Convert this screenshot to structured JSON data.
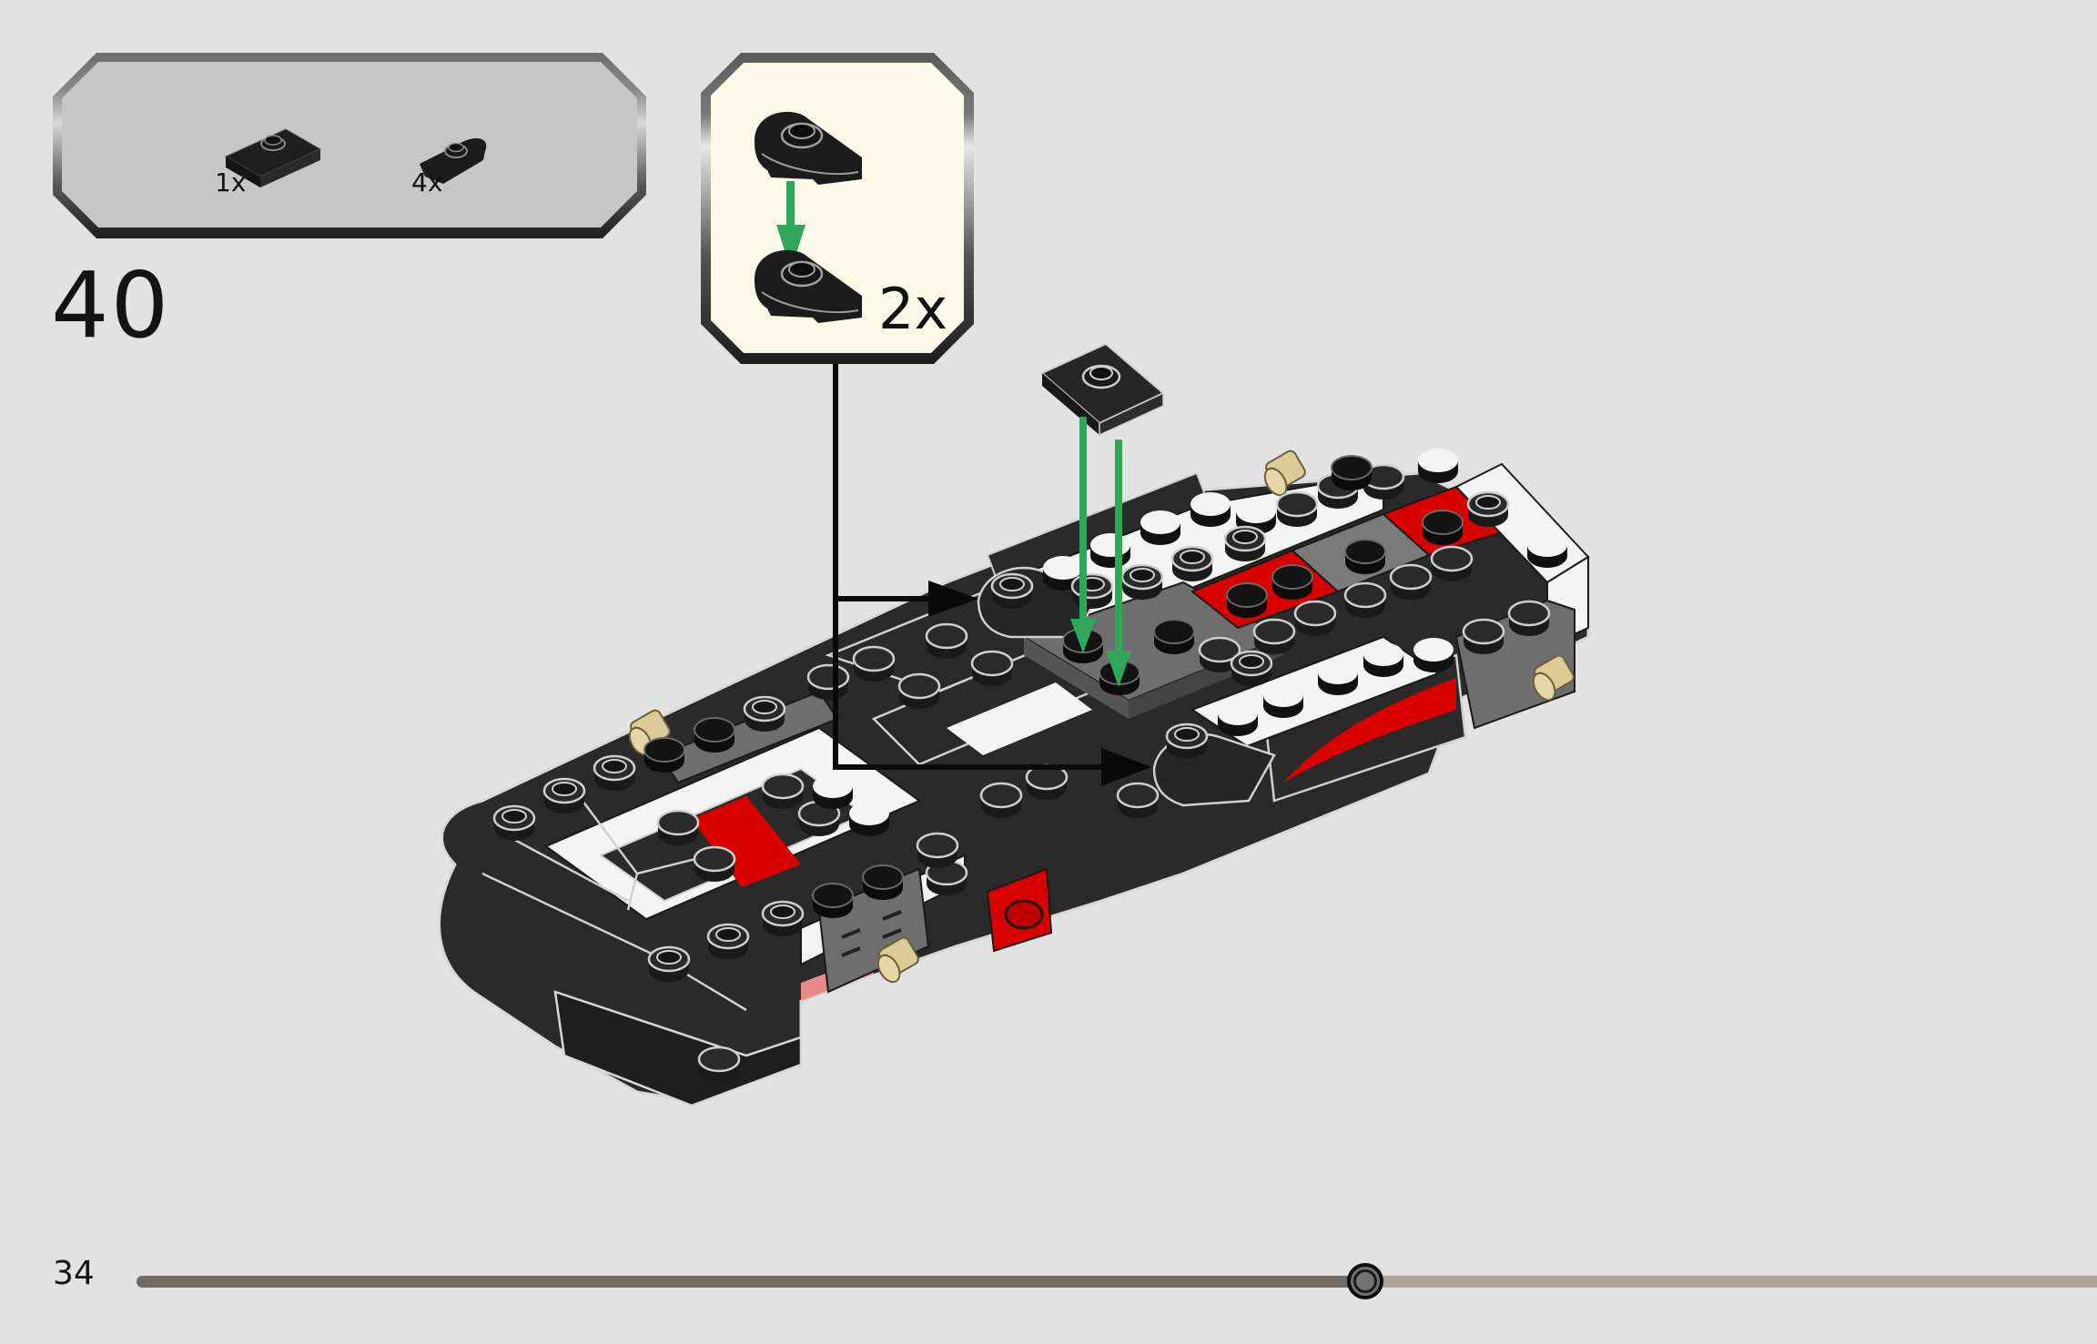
{
  "instruction_page": {
    "step_number": "40",
    "page_number": "34",
    "parts_list": {
      "items": [
        {
          "name": "plate-1x2-jumper-black",
          "icon": "jumper-plate-icon",
          "quantity": "1x"
        },
        {
          "name": "plate-round-half-black",
          "icon": "half-round-plate-icon",
          "quantity": "4x"
        }
      ]
    },
    "sub_assembly_callout": {
      "quantity": "2x",
      "parts": [
        "half-round-plate",
        "half-round-plate"
      ],
      "arrow_color": "#2fa65a"
    },
    "model": {
      "placement_arrow_color": "#2fa65a",
      "callout_pointer_color": "#0a0a0a",
      "brick_colors": {
        "black": "#2a2a2a",
        "dark_gray": "#6e6e6e",
        "white": "#f4f4f4",
        "red": "#d90000",
        "tan": "#dccb96"
      }
    },
    "progress": {
      "percent": 63,
      "track_color": "#a9a49f",
      "fill_color": "#706b66"
    }
  }
}
